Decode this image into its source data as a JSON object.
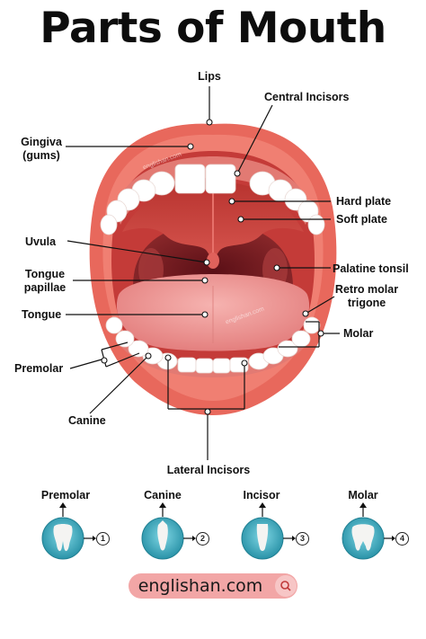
{
  "title": "Parts of Mouth",
  "labels": {
    "lips": "Lips",
    "central_incisors": "Central Incisors",
    "gingiva": "Gingiva\n(gums)",
    "hard_plate": "Hard plate",
    "soft_plate": "Soft plate",
    "uvula": "Uvula",
    "palatine_tonsil": "Palatine tonsil",
    "tongue_papillae": "Tongue\npapillae",
    "retro_molar_trigone": "Retro molar\ntrigone",
    "tongue": "Tongue",
    "molar": "Molar",
    "premolar": "Premolar",
    "canine": "Canine",
    "lateral_incisors": "Lateral Incisors"
  },
  "watermarks": [
    "englishan.com",
    "englishan.com"
  ],
  "teeth_types": [
    {
      "name": "Premolar",
      "number": "1"
    },
    {
      "name": "Canine",
      "number": "2"
    },
    {
      "name": "Incisor",
      "number": "3"
    },
    {
      "name": "Molar",
      "number": "4"
    }
  ],
  "footer": {
    "site": "englishan.com",
    "icon": "search-icon"
  },
  "colors": {
    "lips": "#e8685c",
    "mouth_dark": "#7a1d22",
    "tongue": "#ef9a98",
    "palate": "#c9423e",
    "tooth_circle": "#3bb0c4"
  }
}
